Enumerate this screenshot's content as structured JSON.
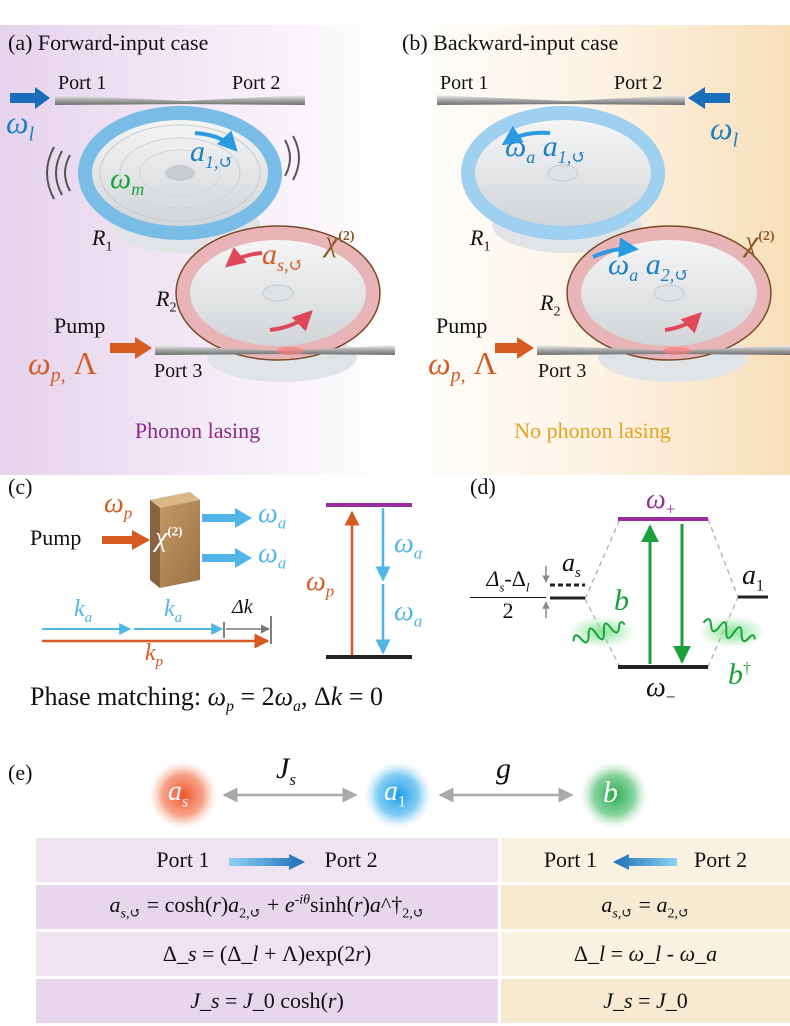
{
  "panel_a": {
    "label": "(a) Forward-input case",
    "port1": "Port 1",
    "port2": "Port 2",
    "port3": "Port 3",
    "input_freq": "ω",
    "input_freq_sub": "l",
    "mech_freq": "ω",
    "mech_freq_sub": "m",
    "mode_a1": "a",
    "mode_a1_sub": "1,↺",
    "mode_as": "a",
    "mode_as_sub": "s,↺",
    "chi": "χ",
    "chi_sup": "(2)",
    "r1": "R",
    "r1_sub": "1",
    "r2": "R",
    "r2_sub": "2",
    "pump": "Pump",
    "pump_freq": "ω",
    "pump_freq_sub": "p,",
    "pump_lambda": "Λ",
    "caption": "Phonon lasing"
  },
  "panel_b": {
    "label": "(b) Backward-input case",
    "port1": "Port 1",
    "port2": "Port 2",
    "port3": "Port 3",
    "input_freq": "ω",
    "input_freq_sub": "l",
    "mode_wa1": "ω",
    "mode_wa1_sub": "a",
    "mode_a1": "a",
    "mode_a1_sub": "1,↺",
    "mode_wa2": "ω",
    "mode_wa2_sub": "a",
    "mode_a2": "a",
    "mode_a2_sub": "2,↺",
    "chi": "χ",
    "chi_sup": "(2)",
    "r1": "R",
    "r1_sub": "1",
    "r2": "R",
    "r2_sub": "2",
    "pump": "Pump",
    "pump_freq": "ω",
    "pump_freq_sub": "p,",
    "pump_lambda": "Λ",
    "caption": "No phonon lasing"
  },
  "panel_c": {
    "label": "(c)",
    "pump": "Pump",
    "wp": "ω",
    "wp_sub": "p",
    "chi": "χ",
    "chi_sup": "(2)",
    "wa_top": "ω",
    "wa_top_sub": "a",
    "wa_bot": "ω",
    "wa_bot_sub": "a",
    "ka1": "k",
    "ka1_sub": "a",
    "ka2": "k",
    "ka2_sub": "a",
    "dk": "Δk",
    "kp": "k",
    "kp_sub": "p",
    "level_wp": "ω",
    "level_wp_sub": "p",
    "level_wa1": "ω",
    "level_wa1_sub": "a",
    "level_wa2": "ω",
    "level_wa2_sub": "a",
    "phase_text": "Phase matching: ",
    "phase_eq1": "ω",
    "phase_eq1_sub": "p",
    "phase_eq2": " = 2",
    "phase_eq3": "ω",
    "phase_eq3_sub": "a",
    "phase_eq4": ", Δ",
    "phase_eq5": "k",
    "phase_eq6": " = 0"
  },
  "panel_d": {
    "label": "(d)",
    "w_plus": "ω",
    "w_plus_sub": "+",
    "w_minus": "ω",
    "w_minus_sub": "−",
    "detuning_num": "Δ",
    "detuning_num_s": "s",
    "detuning_mid": "-Δ",
    "detuning_num_l": "l",
    "detuning_den": "2",
    "as": "a",
    "as_sub": "s",
    "a1": "a",
    "a1_sub": "1",
    "b": "b",
    "bdag": "b",
    "bdag_sup": "†"
  },
  "panel_e": {
    "label": "(e)",
    "node_as": "a",
    "node_as_sub": "s",
    "node_a1": "a",
    "node_a1_sub": "1",
    "node_b": "b",
    "coupling_js": "J",
    "coupling_js_sub": "s",
    "coupling_g": "g"
  },
  "table": {
    "header_left_p1": "Port 1",
    "header_left_p2": "Port 2",
    "header_right_p1": "Port 1",
    "header_right_p2": "Port 2",
    "row1_left": "a_{s,↺} = cosh(r)a_{2,↺} + e^{-iθ}sinh(r)a^†_{2,↺}",
    "row1_right": "a_{s,↺} = a_{2,↺}",
    "row2_left": "Δ_s = (Δ_l + Λ)exp(2r)",
    "row2_right": "Δ_l = ω_l - ω_a",
    "row3_left": "J_s = J_0 cosh(r)",
    "row3_right": "J_s = J_0"
  },
  "colors": {
    "forward_tint": "#e9d6ee",
    "backward_tint": "#fbe9cf",
    "blue": "#1c7fc4",
    "light_blue": "#4fb6e6",
    "orange": "#d65b22",
    "green": "#19a23a",
    "purple": "#8a2a8a",
    "gold": "#e8a21d",
    "brown": "#8b5a26"
  }
}
